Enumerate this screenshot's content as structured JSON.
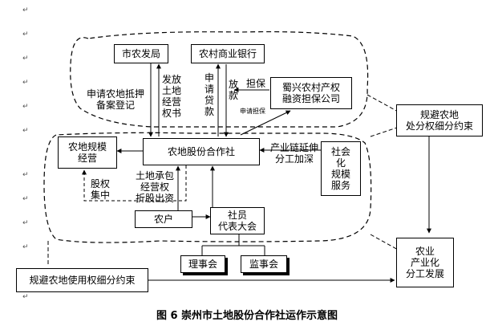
{
  "nodes": {
    "shinongfaju": "市农发局",
    "nongcun_bank": "农村商业银行",
    "shuxing": "蜀兴农村产权\n融资担保公司",
    "hezuoshe": "农地股份合作社",
    "guimo": "农地规模\n经营",
    "shehuihua": "社会\n化\n规模\n服务",
    "nonghu": "农户",
    "sheyuan": "社员\n代表大会",
    "lishi": "理事会",
    "jianshi": "监事会",
    "guibi_right": "规避农地\n处分权细分约束",
    "nongye_fazhan": "农业\n产业化\n分工发展",
    "guibi_bottom": "规避农地使用权细分约束"
  },
  "labels": {
    "shenqing": "申请农地抵押\n备案登记",
    "fafang": "发放\n土地\n经营\n权书",
    "shenqing_daikuan": "申\n请\n贷\n款",
    "fangkuan": "放\n款",
    "danbao": "担保",
    "shenqing_danbao": "申请担保",
    "chanyelian": "产业链延伸\n分工加深",
    "guquan": "股权\n集中",
    "tudi": "土地承包\n经营权\n折股出资"
  },
  "caption": "图 6   崇州市土地股份合作社运作示意图"
}
